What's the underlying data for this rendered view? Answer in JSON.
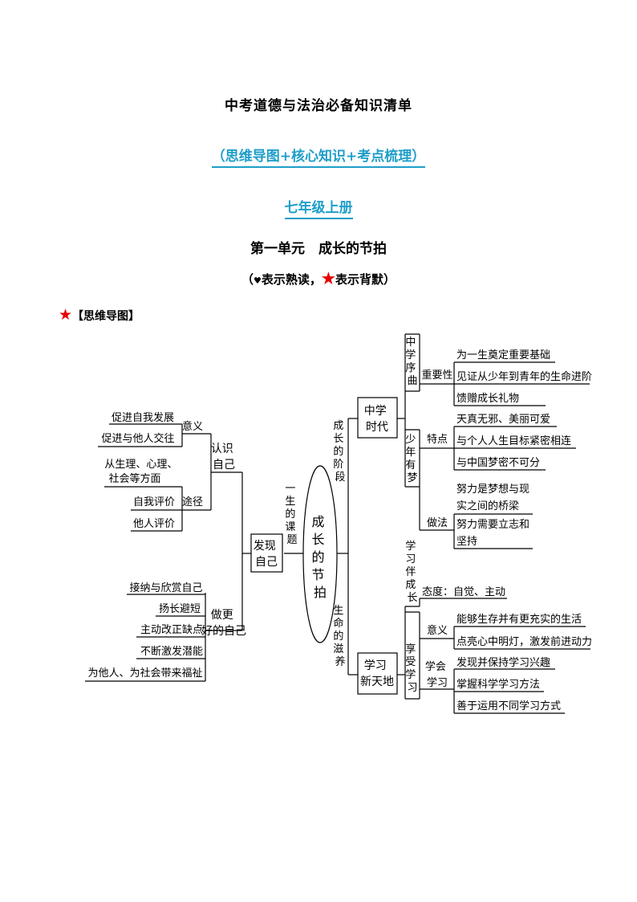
{
  "doc": {
    "title": "中考道德与法治必备知识清单",
    "subtitle": "（思维导图+核心知识+考点梳理）",
    "grade": "七年级上册",
    "unit": "第一单元　成长的节拍",
    "legend": {
      "open": "（",
      "heart": "♥",
      "heart_text": "表示熟读，",
      "star": "★",
      "star_text": "表示背默）"
    },
    "mindmap_heading": {
      "star": "★",
      "text": "【思维导图】"
    }
  },
  "mindmap": {
    "root": "成长的节拍",
    "left": {
      "branch_label": "一生的课题",
      "node": "发现自己",
      "sub1": {
        "label": "认识自己",
        "meaning_label": "意义",
        "meaning_items": [
          "促进自我发展",
          "促进与他人交往"
        ],
        "way_label": "途径",
        "way_items": [
          "从生理、心理、社会等方面",
          "自我评价",
          "他人评价"
        ]
      },
      "sub2": {
        "label": "做更好的自己",
        "items": [
          "接纳与欣赏自己",
          "扬长避短",
          "主动改正缺点",
          "不断激发潜能",
          "为他人、为社会带来福祉"
        ]
      }
    },
    "right_top": {
      "branch_label": "成长的阶段",
      "node": "中学时代",
      "group1": {
        "label": "中学序曲",
        "sub_label": "重要性",
        "items": [
          "为一生奠定重要基础",
          "见证从少年到青年的生命进阶",
          "馈赠成长礼物"
        ]
      },
      "group2": {
        "label": "少年有梦",
        "feature_label": "特点",
        "feature_items": [
          "天真无邪、美丽可爱",
          "与个人人生目标紧密相连",
          "与中国梦密不可分"
        ],
        "method_label": "做法",
        "method_items": [
          "努力是梦想与现实之间的桥梁",
          "努力需要立志和坚持"
        ]
      }
    },
    "right_bottom": {
      "branch_label": "生命的滋养",
      "node": "学习新天地",
      "group1": {
        "label": "学习伴成长",
        "attitude": "态度：自觉、主动"
      },
      "group2": {
        "label": "享受学习",
        "meaning_label": "意义",
        "meaning_items": [
          "能够生存并有更充实的生活",
          "点亮心中明灯，激发前进动力"
        ],
        "learn_label": "学会学习",
        "learn_items": [
          "发现并保持学习兴趣",
          "掌握科学学习方法",
          "善于运用不同学习方式"
        ]
      }
    }
  }
}
